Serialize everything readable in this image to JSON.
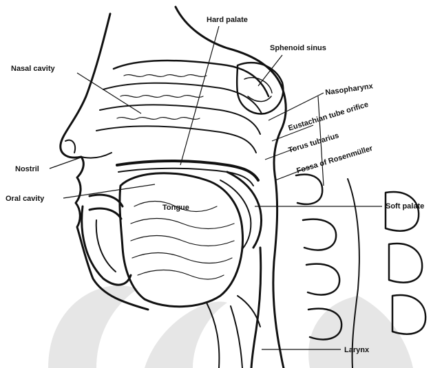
{
  "labels": {
    "hard_palate": "Hard palate",
    "sphenoid_sinus": "Sphenoid sinus",
    "nasal_cavity": "Nasal cavity",
    "nasopharynx": "Nasopharynx",
    "eustachian_tube_orifice": "Eustachian tube orifice",
    "torus_tubarius": "Torus tubarius",
    "fossa_of_rosenmuller": "Fossa of Rosenmüller",
    "nostril": "Nostril",
    "oral_cavity": "Oral cavity",
    "soft_palate": "Soft palate",
    "tongue": "Tongue",
    "larynx": "Larynx"
  },
  "colors": {
    "ink": "#111111",
    "watermark": "#e6e6e6",
    "background": "#ffffff"
  }
}
